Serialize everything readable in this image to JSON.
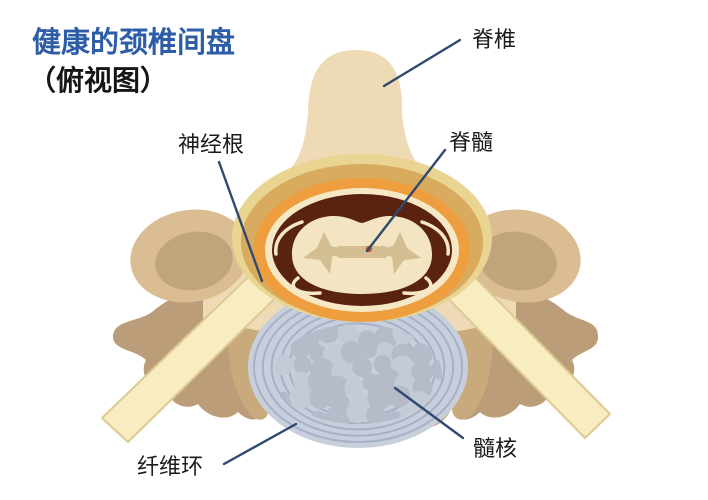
{
  "title": {
    "line1": "健康的颈椎间盘",
    "line2": "（俯视图）"
  },
  "labels": {
    "vertebra": "脊椎",
    "nerve_root": "神经根",
    "spinal_cord": "脊髓",
    "annulus_fibrosus": "纤维环",
    "nucleus_pulposus": "髓核"
  },
  "colors": {
    "background": "#ffffff",
    "title_blue": "#2e5da7",
    "subtitle_black": "#161616",
    "label_text": "#1c1c1c",
    "leader_line": "#2f4a6e",
    "bone_beige": "#eedbb5",
    "facet": "#dabd92",
    "facet_inner": "#c0a47b",
    "wing_brown": "#bb9d79",
    "vertebral_body": "#c9aa7c",
    "nerve_band": "#f7edc0",
    "nerve_band_edge": "#ddc990",
    "arch_pale_yellow": "#e9d492",
    "arch_tan": "#d8ab5e",
    "canal_orange": "#ee9e3e",
    "dura_cream": "#f6e8c4",
    "canal_dark": "#5a2210",
    "cord_cream": "#f3e5c1",
    "gray_matter": "#d3bd93",
    "central_canal_dot": "#c8563a",
    "disc_blue": "#c8cfdc",
    "disc_ring": "#a7b1c5",
    "nucleus_bubble": "#b5bbc9",
    "nucleus_bubble_light": "#c4cad6"
  }
}
